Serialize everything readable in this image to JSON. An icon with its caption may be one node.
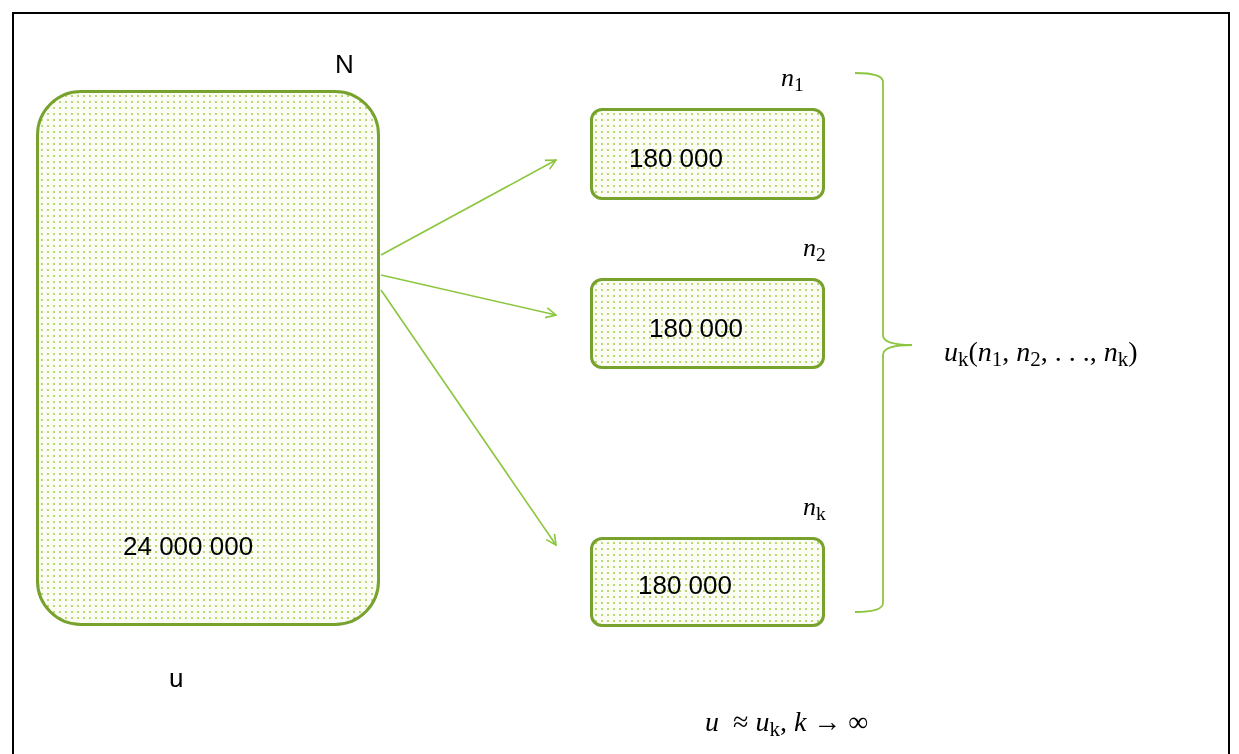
{
  "diagram": {
    "nodes": [
      {
        "text": [
          "N",
          "24 000 000"
        ],
        "beside": [
          "u"
        ]
      },
      {
        "text": [
          "*n*$_{1}$",
          "180 000"
        ]
      },
      {
        "text": [
          "*n*$_{2}$",
          "180 000"
        ]
      },
      {
        "text": [
          "*n*$_{k}$",
          "180 000"
        ]
      }
    ],
    "edges": [
      {
        "from": 0,
        "to": 1,
        "arrow": "to"
      },
      {
        "from": 0,
        "to": 2,
        "arrow": "to"
      },
      {
        "from": 0,
        "to": 3,
        "arrow": "to"
      }
    ],
    "labels": [
      "*u*$_{k}$(*n*$_{1}$, *n*$_{2}$, . . ., *n*$_{k}$)",
      "*u*  ≈ *u*$_{k}$, *k* → ∞"
    ]
  }
}
